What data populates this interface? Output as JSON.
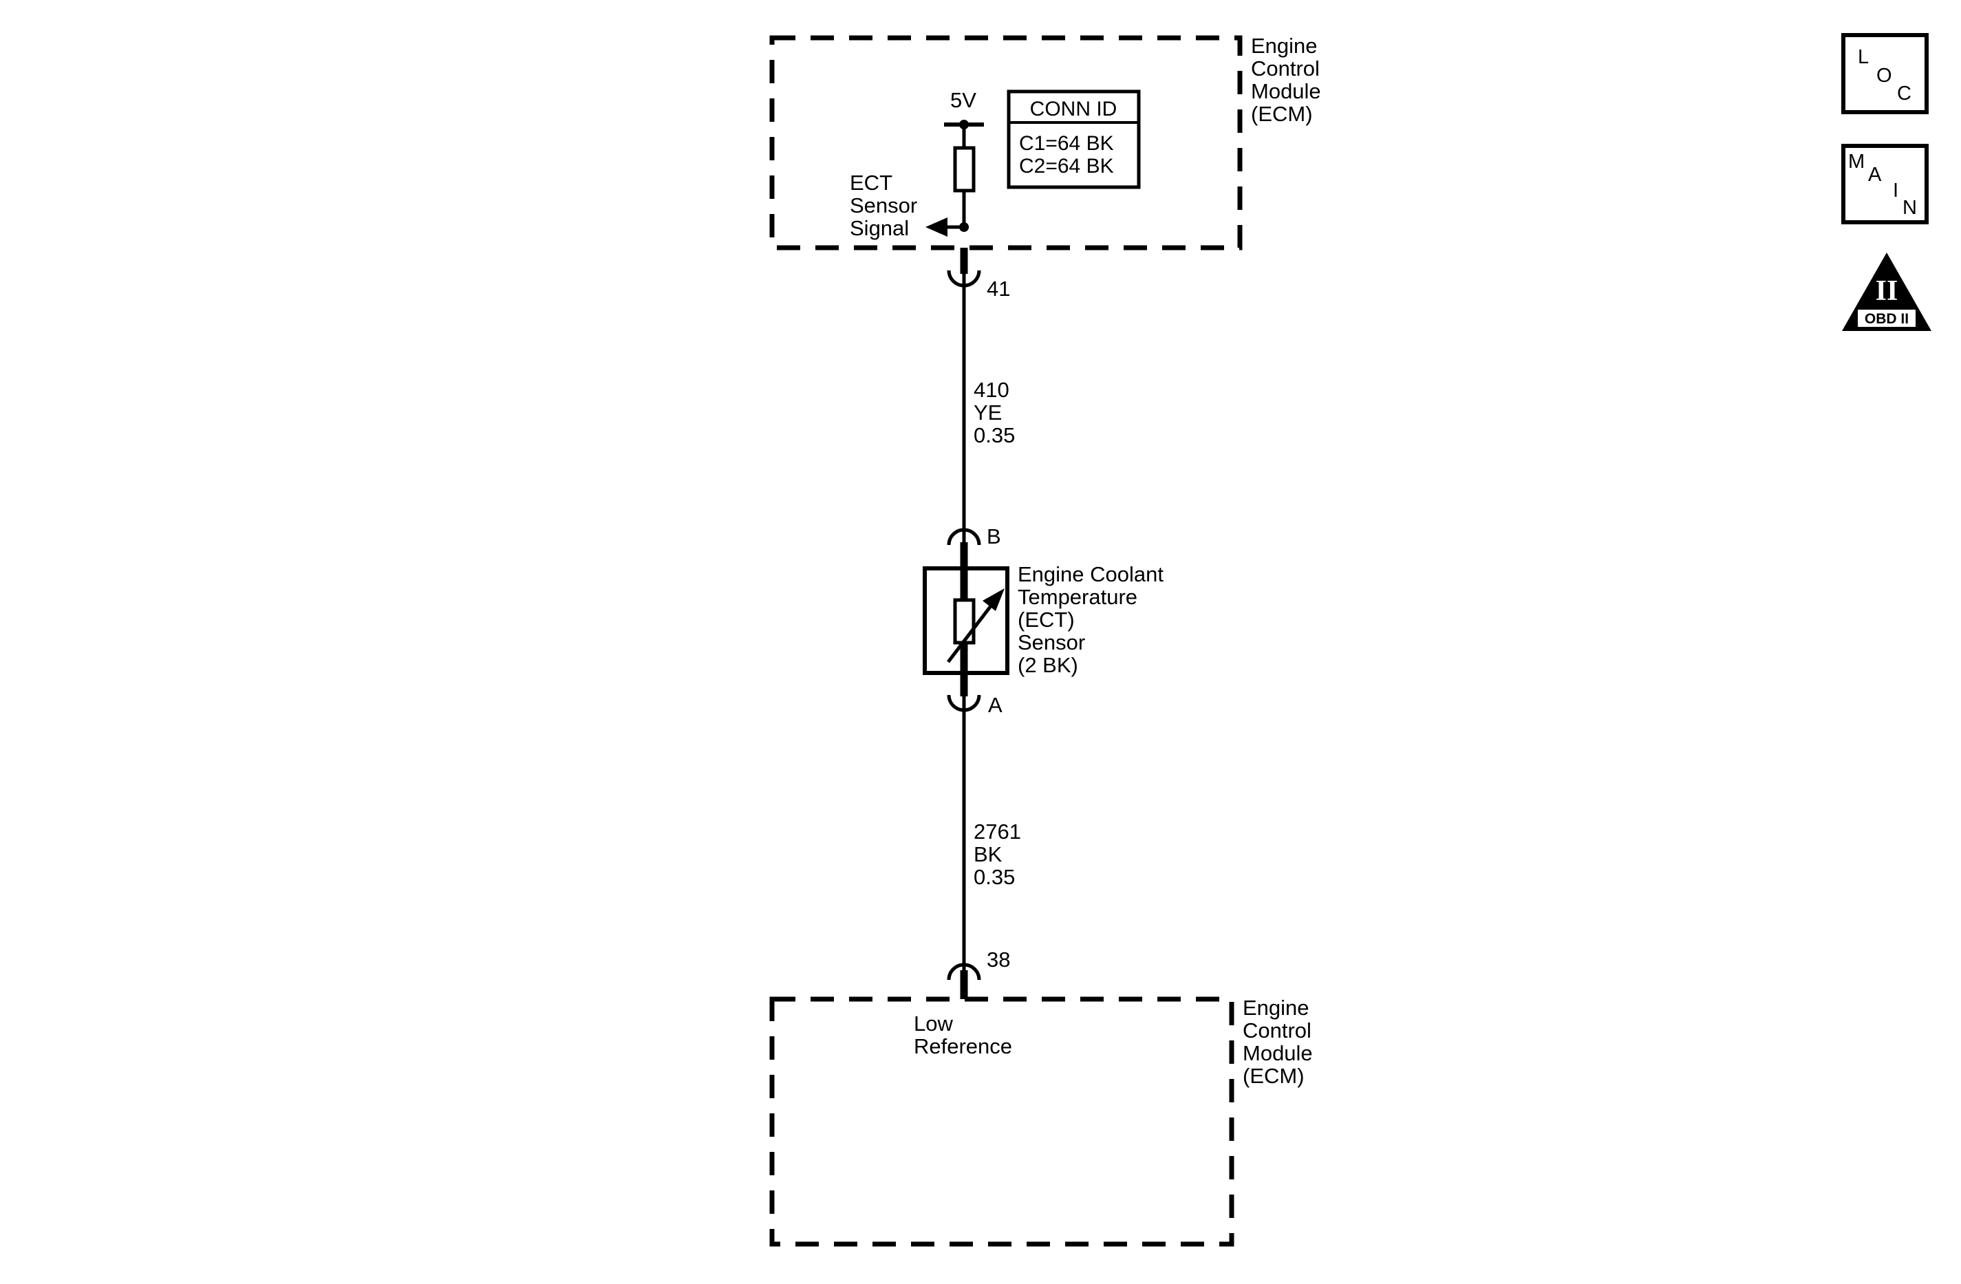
{
  "ecm_top": {
    "label_lines": [
      "Engine",
      "Control",
      "Module",
      "(ECM)"
    ],
    "voltage": "5V",
    "conn_id": {
      "header": "CONN ID",
      "rows": [
        "C1=64 BK",
        "C2=64 BK"
      ]
    },
    "signal_lines": [
      "ECT",
      "Sensor",
      "Signal"
    ]
  },
  "ecm_bottom": {
    "label_lines": [
      "Engine",
      "Control",
      "Module",
      "(ECM)"
    ],
    "ref_lines": [
      "Low",
      "Reference"
    ]
  },
  "wire_upper": {
    "lines": [
      "410",
      "YE",
      "0.35"
    ]
  },
  "wire_lower": {
    "lines": [
      "2761",
      "BK",
      "0.35"
    ]
  },
  "pins": {
    "ecm_signal": "41",
    "sensor_b": "B",
    "sensor_a": "A",
    "ecm_low_ref": "38"
  },
  "sensor": {
    "label_lines": [
      "Engine Coolant",
      "Temperature",
      "(ECT)",
      "Sensor",
      "(2 BK)"
    ]
  },
  "legend_icons": {
    "loc": [
      "L",
      "O",
      "C"
    ],
    "main": [
      "M",
      "A",
      "I",
      "N"
    ],
    "obd": {
      "roman": "II",
      "caption": "OBD II"
    }
  }
}
